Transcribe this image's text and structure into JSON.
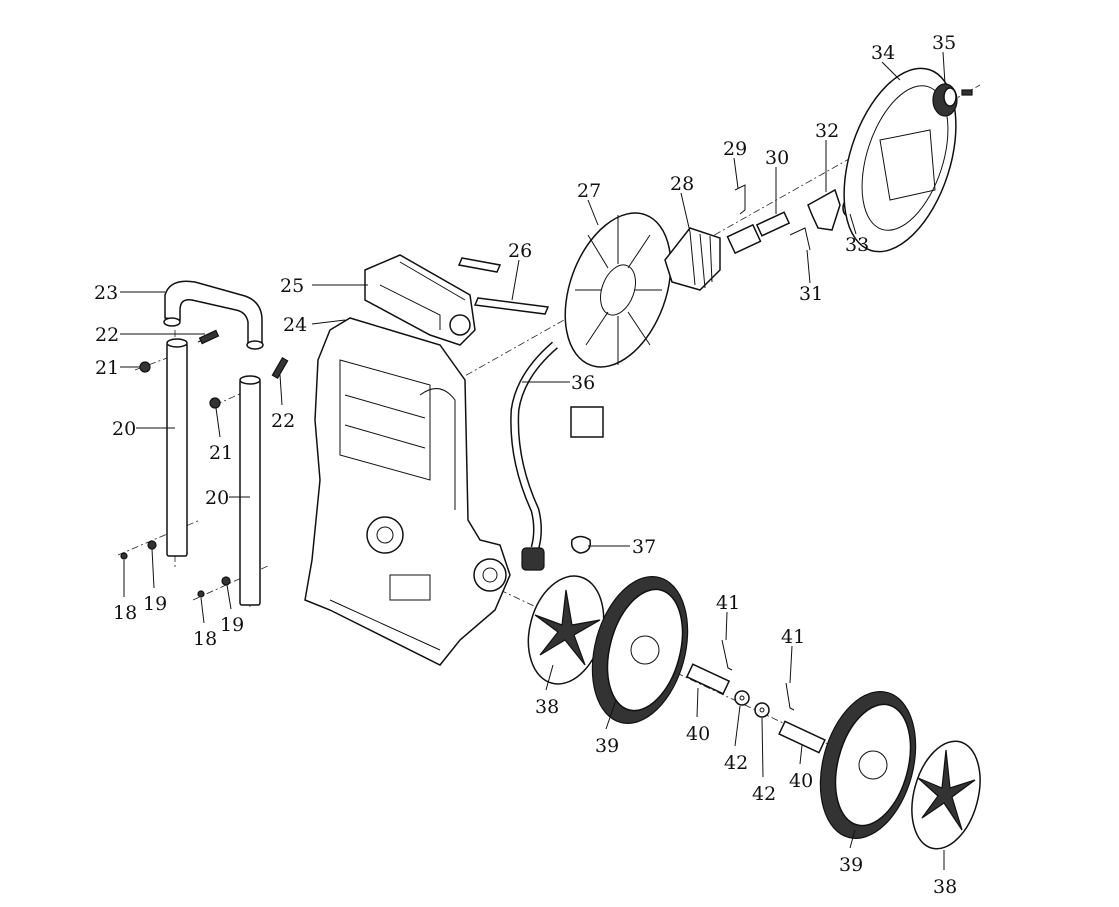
{
  "title": "Exploded parts diagram",
  "labels": [
    "35",
    "34",
    "32",
    "29",
    "30",
    "27",
    "28",
    "33",
    "26",
    "31",
    "25",
    "23",
    "22",
    "24",
    "21",
    "36",
    "20",
    "21",
    "22",
    "20",
    "37",
    "18",
    "19",
    "18",
    "19",
    "41",
    "41",
    "38",
    "39",
    "40",
    "42",
    "42",
    "40",
    "39",
    "38"
  ]
}
